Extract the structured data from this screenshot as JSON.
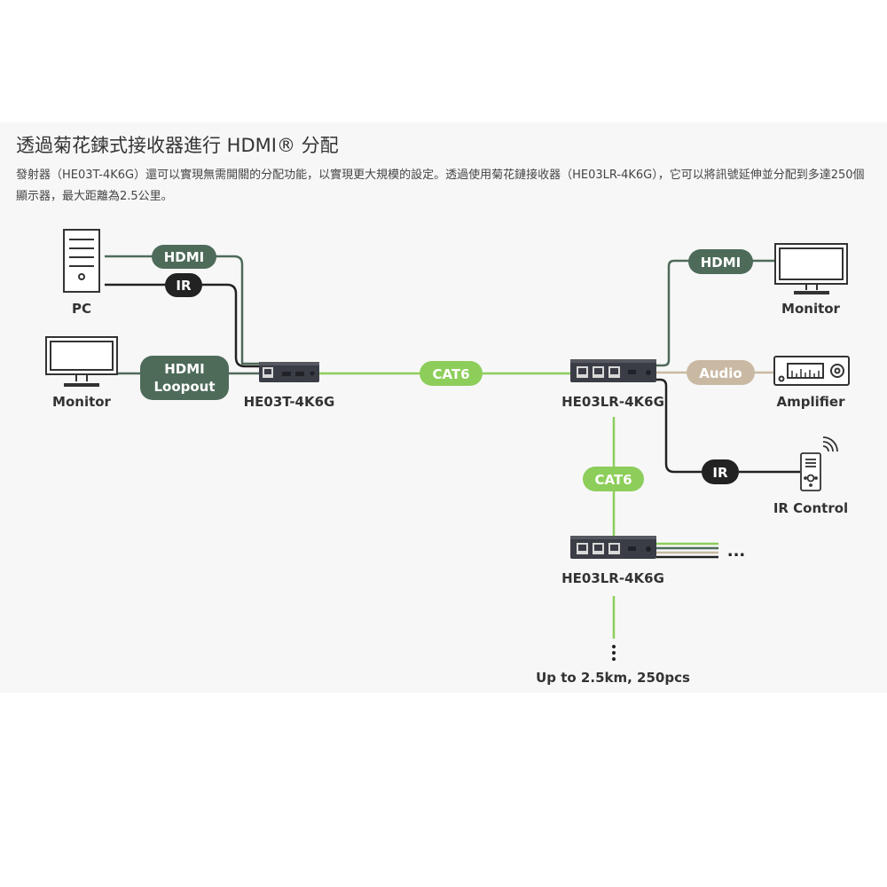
{
  "header": {
    "title": "透過菊花鍊式接收器進行 HDMI® 分配",
    "description": "發射器（HE03T-4K6G）還可以實現無需開關的分配功能，以實現更大規模的設定。透過使用菊花鏈接收器（HE03LR-4K6G），它可以將訊號延伸並分配到多達250個顯示器，最大距離為2.5公里。"
  },
  "diagram": {
    "devices": {
      "pc": "PC",
      "monitor_left": "Monitor",
      "transmitter": "HE03T-4K6G",
      "receiver_1": "HE03LR-4K6G",
      "receiver_2": "HE03LR-4K6G",
      "monitor_right": "Monitor",
      "amplifier": "Amplifier",
      "ir_control": "IR Control"
    },
    "connections": {
      "hdmi_in": "HDMI",
      "ir_in": "IR",
      "hdmi_loopout_line1": "HDMI",
      "hdmi_loopout_line2": "Loopout",
      "cat6_main": "CAT6",
      "hdmi_out": "HDMI",
      "audio_out": "Audio",
      "ir_out": "IR",
      "cat6_chain": "CAT6"
    },
    "more": "...",
    "footer": "Up to 2.5km, 250pcs"
  },
  "colors": {
    "hdmi": "#4e6b5a",
    "ir": "#222222",
    "cat6": "#8dce5a",
    "audio": "#c9b9a3"
  }
}
